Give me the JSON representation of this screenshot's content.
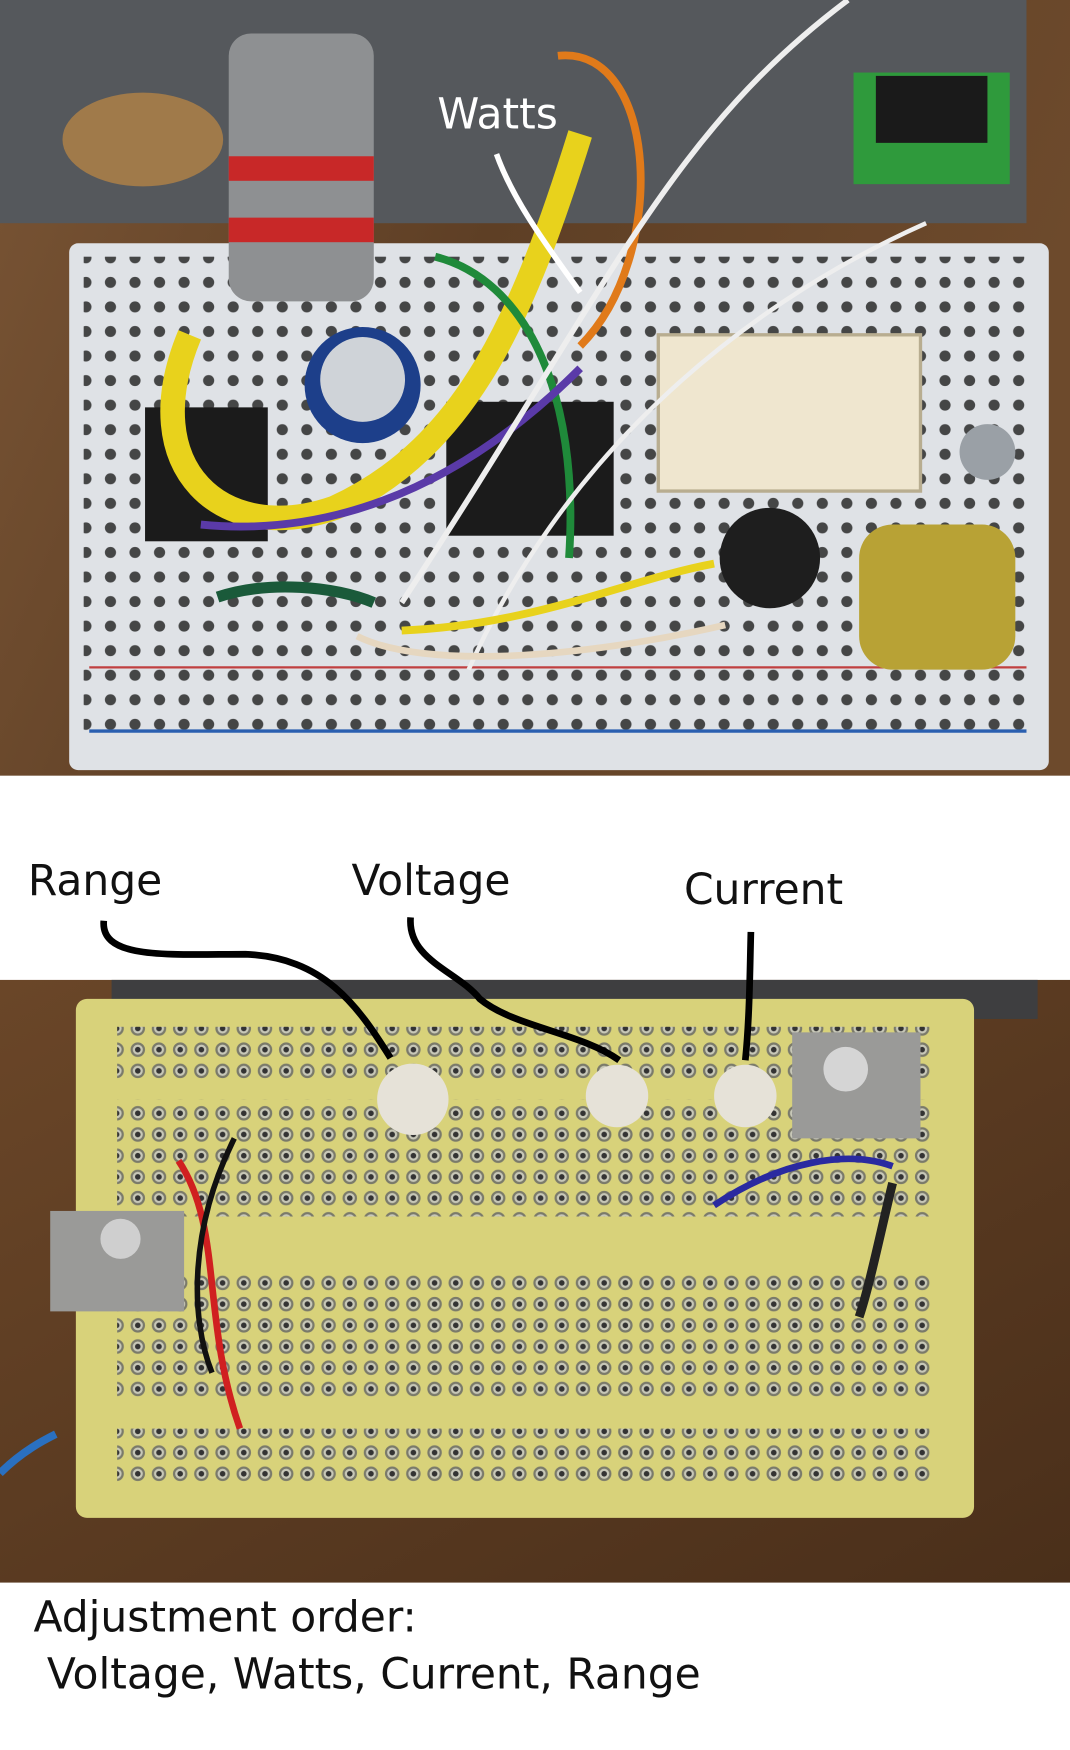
{
  "top_photo": {
    "label_watts": "Watts",
    "colors": {
      "wood": "#6b4a2e",
      "board": "#d9dde2",
      "wire_yellow": "#e8d21c"
    }
  },
  "bottom_photo": {
    "label_range": "Range",
    "label_voltage": "Voltage",
    "label_current": "Current",
    "colors": {
      "wood": "#5a3b22",
      "board": "#d8d27a"
    }
  },
  "caption": {
    "line1": "Adjustment order:",
    "line2": "Voltage, Watts, Current, Range"
  }
}
